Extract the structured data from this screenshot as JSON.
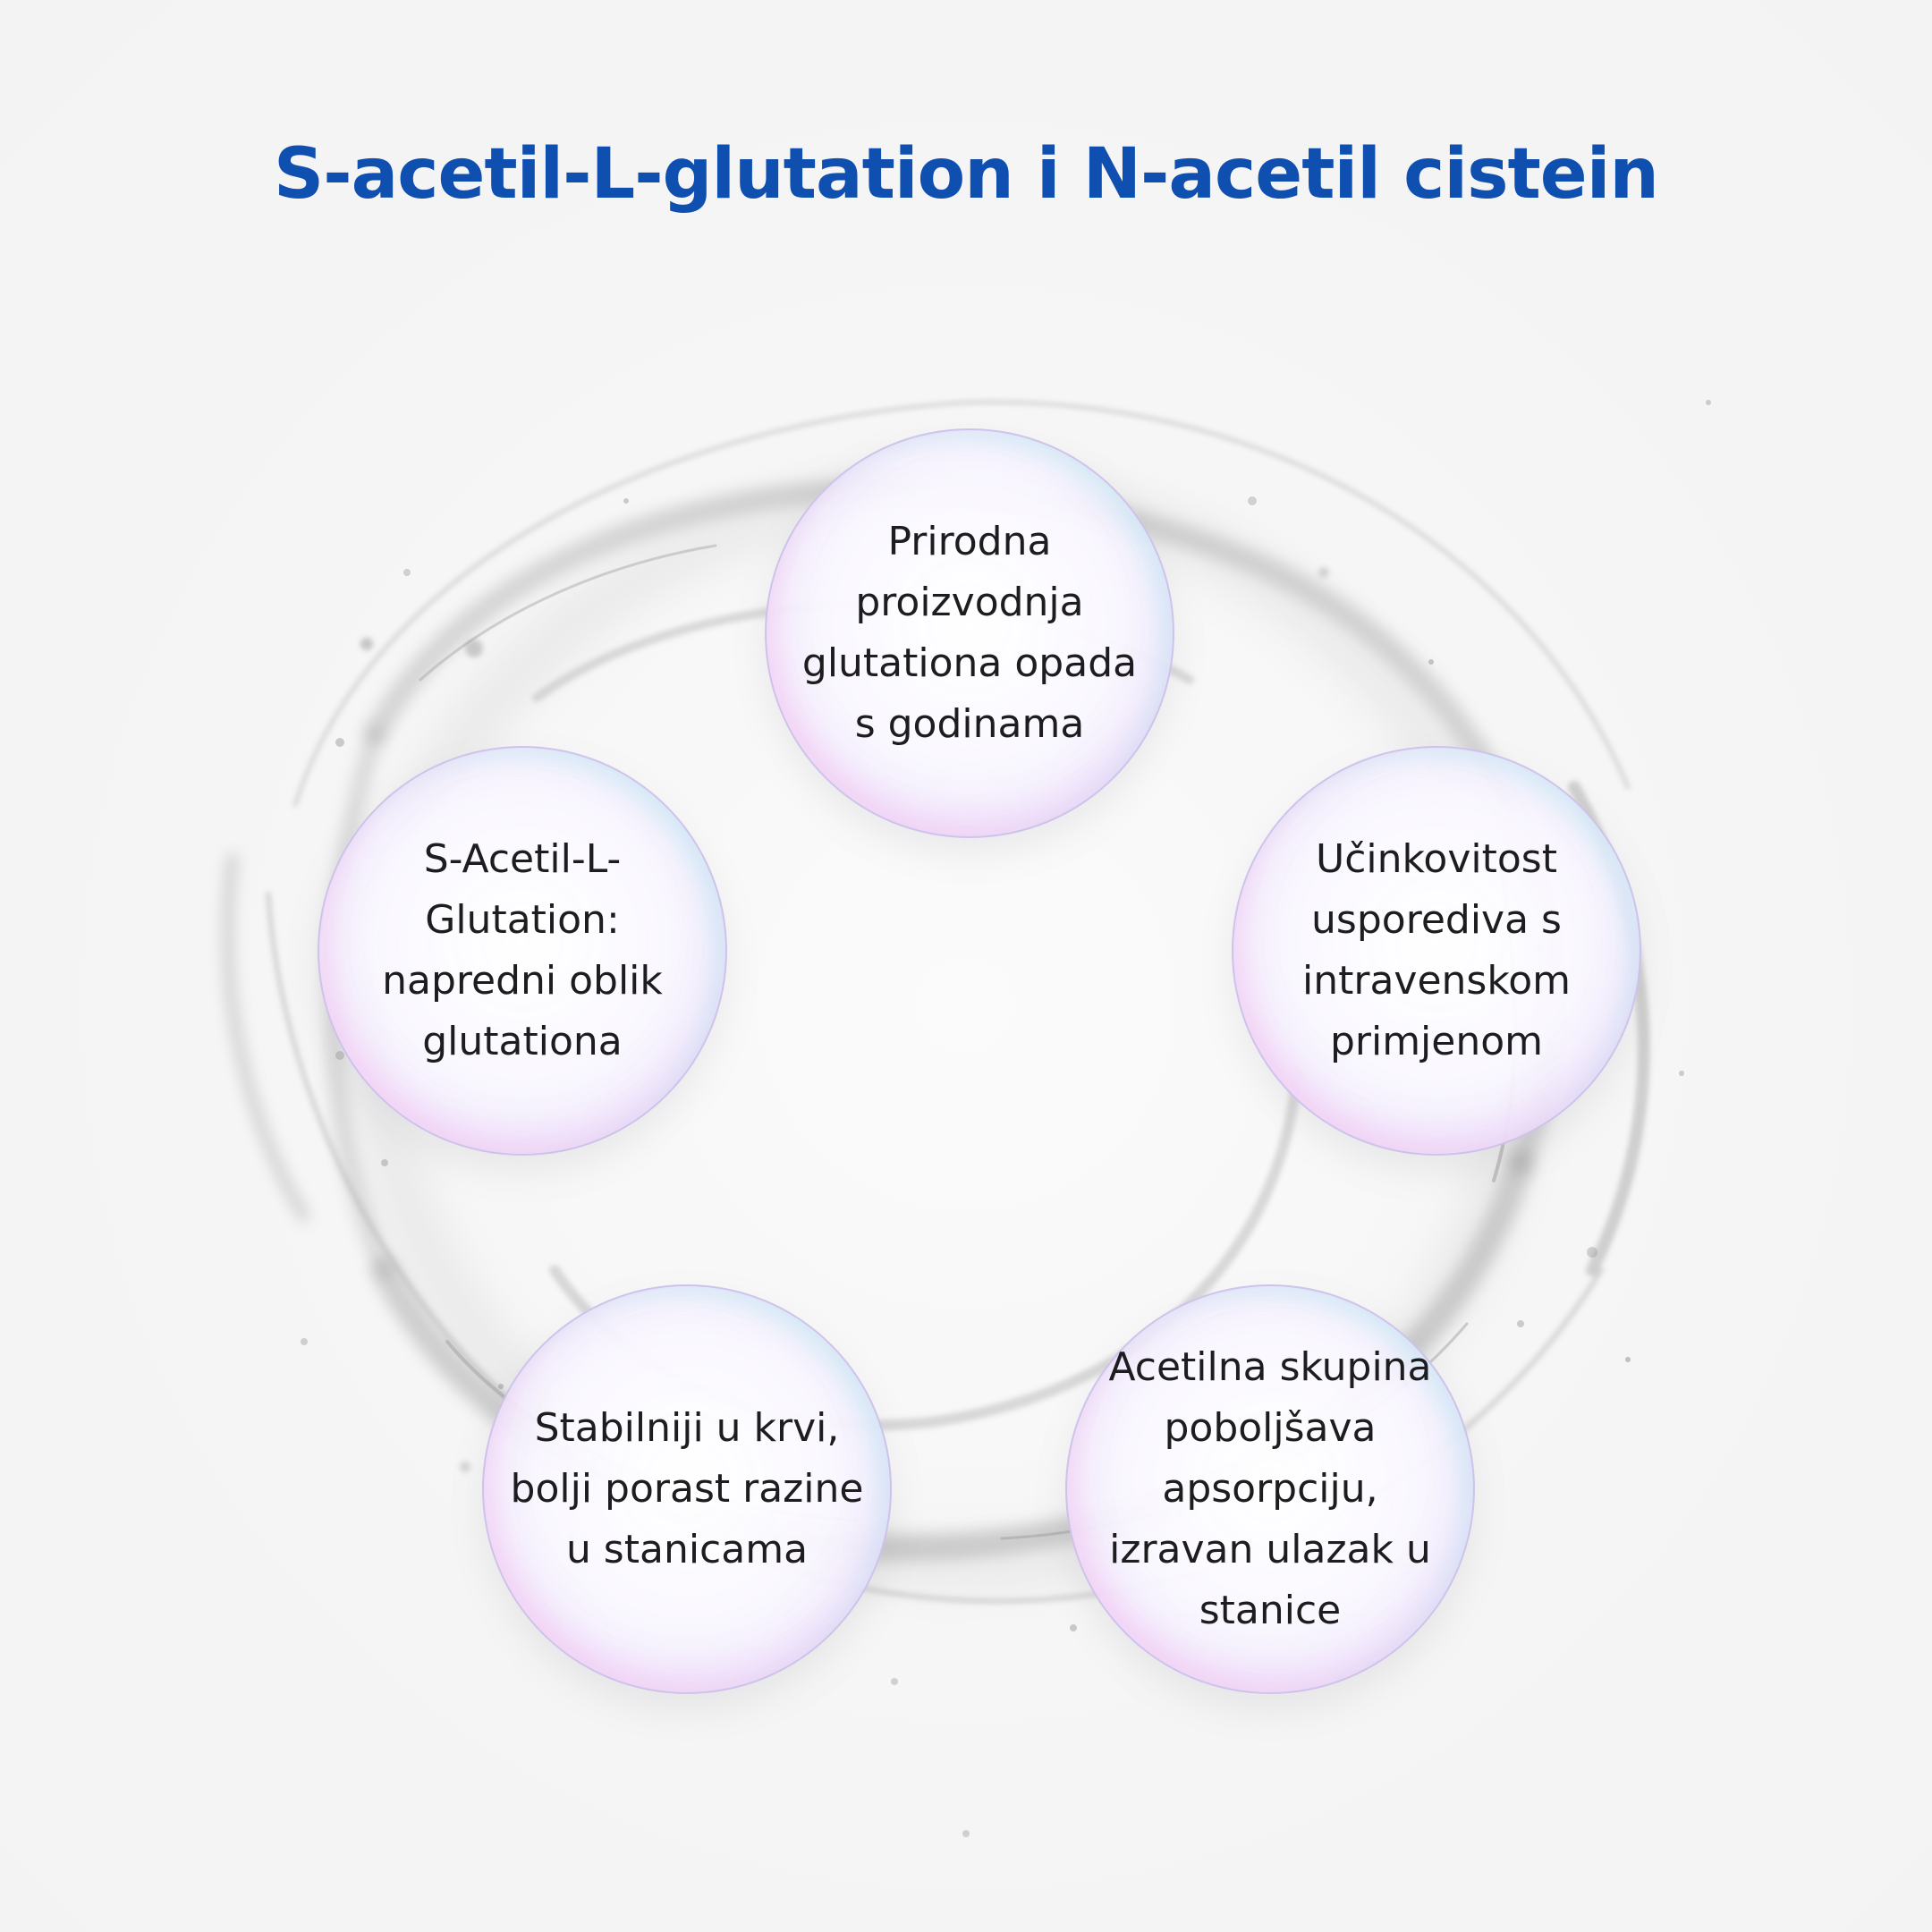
{
  "title": "S-acetil-L-glutation i N-acetil cistein",
  "bubbles": [
    {
      "text": "Prirodna\nproizvodnja\nglutationa opada\ns godinama"
    },
    {
      "text": "Učinkovitost\nusporediva s\nintravenskom\nprimjenom"
    },
    {
      "text": "Acetilna skupina\npoboljšava\napsorpciju,\nizravan ulazak u\nstanice"
    },
    {
      "text": "Stabilniji u krvi,\nbolji porast razine\nu stanicama"
    },
    {
      "text": "S-Acetil-L-\nGlutation:\nnapredni oblik\nglutationa"
    }
  ],
  "colors": {
    "title": "#0f4fb0",
    "background": "#f6f6f6",
    "text": "#1d1d1f"
  }
}
